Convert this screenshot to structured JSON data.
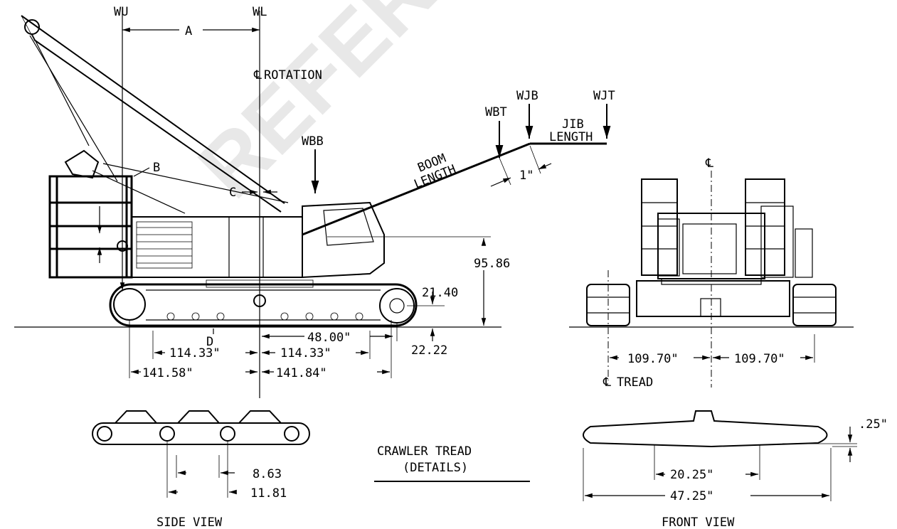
{
  "watermark": "REFEREN",
  "side_elevation": {
    "labels": {
      "wu": "WU",
      "wl": "WL",
      "a": "A",
      "rotation": "ROTATION",
      "b": "B",
      "c": "C",
      "d": "D",
      "wbb": "WBB",
      "wbt": "WBT",
      "wjb": "WJB",
      "wjt": "WJT",
      "boom": "BOOM",
      "length": "LENGTH",
      "jib": "JIB",
      "jib_length": "LENGTH",
      "one_inch": "1\""
    },
    "dimensions": {
      "height_95_86": "95.86",
      "height_21_40": "21.40",
      "height_22_22": "22.22",
      "dim_48_00": "48.00\"",
      "dim_114_33_left": "114.33\"",
      "dim_114_33_right": "114.33\"",
      "dim_141_58": "141.58\"",
      "dim_141_84": "141.84\""
    }
  },
  "front_elevation": {
    "dim_left": "109.70\"",
    "dim_right": "109.70\"",
    "tread": "TREAD"
  },
  "crawler_details": {
    "title_line1": "CRAWLER TREAD",
    "title_line2": "(DETAILS)",
    "side_view_label": "SIDE VIEW",
    "front_view_label": "FRONT VIEW",
    "dim_8_63": "8.63",
    "dim_11_81": "11.81",
    "dim_0_25": ".25\"",
    "dim_20_25": "20.25\"",
    "dim_47_25": "47.25\""
  }
}
